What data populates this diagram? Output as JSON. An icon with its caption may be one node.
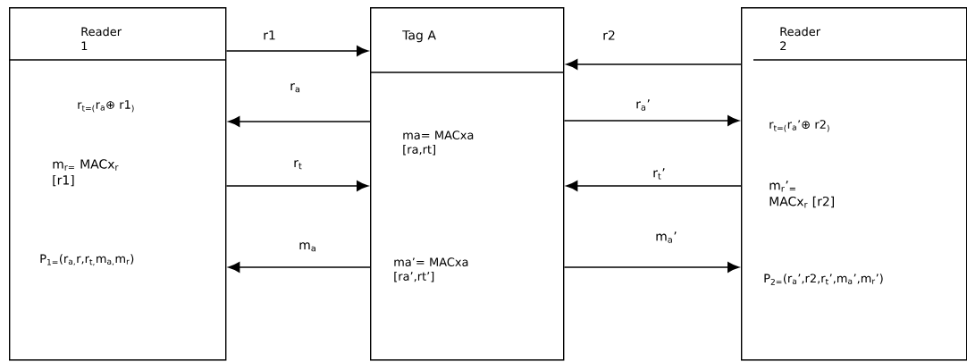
{
  "diagram": {
    "nodes": [
      {
        "text": [
          "Reader 1",
          "r$_{t=(}$r$_{a}$⊕ r1$_{)}$",
          "m$_{r=}$ MACx$_{r}$ [r1]",
          "P$_{1=}$(r$_{a,}$r,r$_{t,}$m$_{a,}$m$_{r}$)"
        ]
      },
      {
        "text": [
          "Tag A",
          "ma= MACxa [ra,rt]",
          "ma’= MACxa [ra’,rt’]"
        ]
      },
      {
        "text": [
          "Reader 2",
          "r$_{t=(}$r$_{a}$’⊕ r2$_{)}$",
          "m$_{r}$’$_{=}$ MACx$_{r}$ [r2]",
          "P$_{2=}$(r$_{a}$’,r2,r$_{t}$’,m$_{a}$’,m$_{r}$’)"
        ]
      }
    ],
    "edges": [
      {
        "from": 0,
        "to": 1,
        "arrow": "to",
        "label": "r1"
      },
      {
        "from": 1,
        "to": 0,
        "arrow": "to",
        "label": "r$_{a}$"
      },
      {
        "from": 0,
        "to": 1,
        "arrow": "to",
        "label": "r$_{t}$"
      },
      {
        "from": 1,
        "to": 0,
        "arrow": "to",
        "label": "m$_{a}$"
      },
      {
        "from": 2,
        "to": 1,
        "arrow": "to",
        "label": "r2"
      },
      {
        "from": 1,
        "to": 2,
        "arrow": "to",
        "label": "r$_{a}$’"
      },
      {
        "from": 2,
        "to": 1,
        "arrow": "to",
        "label": "r$_{t}$’"
      },
      {
        "from": 1,
        "to": 2,
        "arrow": "to",
        "label": "m$_{a}$’"
      }
    ]
  }
}
